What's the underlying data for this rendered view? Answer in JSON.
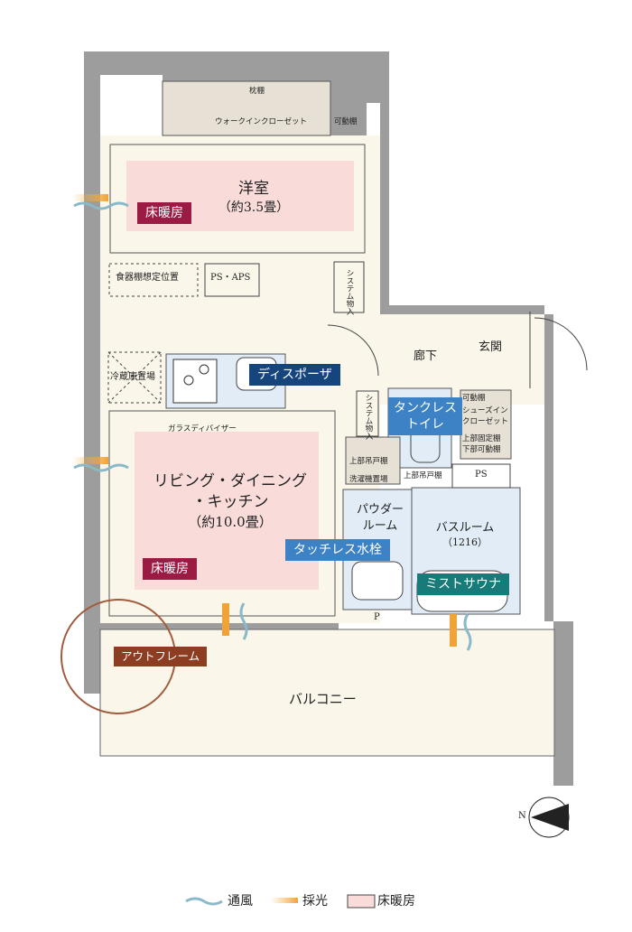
{
  "rooms": {
    "western_room": {
      "name": "洋室",
      "size": "（約3.5畳）"
    },
    "ldk": {
      "name_line1": "リビング・ダイニング",
      "name_line2": "・キッチン",
      "size": "（約10.0畳）"
    },
    "balcony": "バルコニー",
    "entrance": "玄関",
    "hallway": "廊下",
    "powder_room": {
      "line1": "パウダー",
      "line2": "ルーム"
    },
    "bathroom": {
      "name": "バスルーム",
      "size": "（1216）"
    }
  },
  "storage": {
    "pillow_shelf": "枕棚",
    "walk_in_closet": "ウォークインクローゼット",
    "movable_shelf": "可動棚",
    "dish_shelf": "食器棚想定位置",
    "ps_aps": "PS・APS",
    "system_storage": "システム物入",
    "fridge": "冷蔵庫置場",
    "glass_divider": "ガラスディバイザー",
    "shoe_movable": "可動棚",
    "shoe_closet_1": "シューズイン",
    "shoe_closet_2": "クローゼット",
    "upper_fixed": "上部固定棚",
    "lower_movable": "下部可動棚",
    "ps": "PS",
    "upper_cabinet": "上部吊戸棚",
    "washer": "洗濯機置場",
    "upper_cabinet_2": "上部吊戸棚",
    "p_mark": "P"
  },
  "badges": {
    "floor_heating_1": "床暖房",
    "floor_heating_2": "床暖房",
    "disposer": "ディスポーザ",
    "tankless_1": "タンクレス",
    "tankless_2": "トイレ",
    "touchless": "タッチレス水栓",
    "mist_sauna": "ミストサウナ",
    "out_frame": "アウトフレーム"
  },
  "compass": "N",
  "legend": {
    "ventilation": "通風",
    "daylight": "採光",
    "floor_heating": "床暖房"
  },
  "colors": {
    "floor_heating": "#f9dcd9",
    "floor": "#faf6ea",
    "wall": "#9d9d9d",
    "wet_area": "#e1ecf6",
    "brand_red": "#9b1b44",
    "navy": "#16457e",
    "blue": "#3c82c4",
    "teal": "#167b79",
    "brown": "#8c3d22",
    "ventilation": "#8ab9c9",
    "daylight": "#f0a336"
  }
}
